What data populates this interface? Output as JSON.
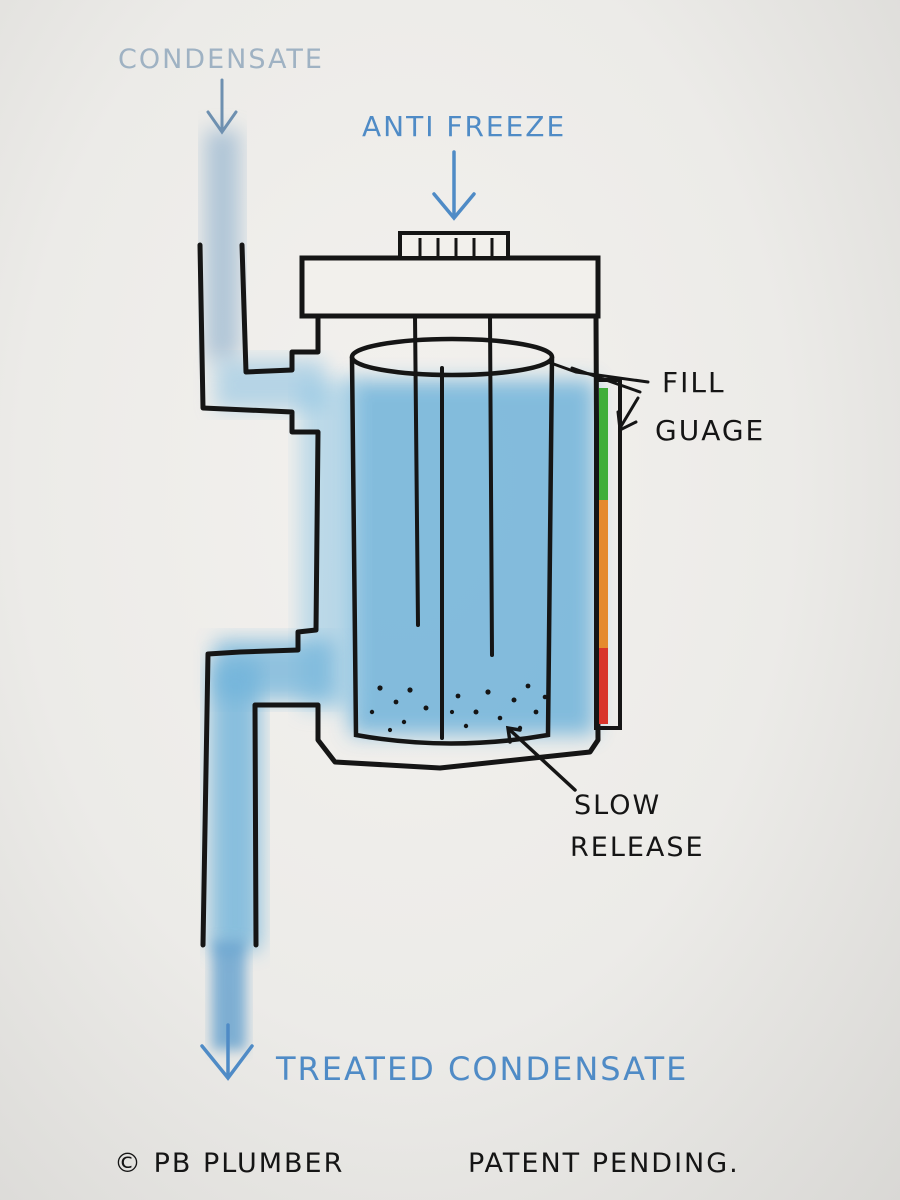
{
  "labels": {
    "condensate": "CONDENSATE",
    "antifreeze": "ANTI FREEZE",
    "fill_gauge_line1": "FILL",
    "fill_gauge_line2": "GUAGE",
    "slow_release_line1": "SLOW",
    "slow_release_line2": "RELEASE",
    "treated_condensate": "TREATED CONDENSATE",
    "copyright": "© PB PLUMBER",
    "patent": "PATENT PENDING."
  },
  "fill_gauge": {
    "bands_top_to_bottom": [
      "green",
      "orange",
      "red"
    ]
  },
  "colors": {
    "ink": "#151515",
    "water_blue": "#6fb3da",
    "label_blue": "#4f8bc6",
    "faint_label": "#9fb2c3",
    "gauge_green": "#3fae3a",
    "gauge_orange": "#e58a2e",
    "gauge_red": "#d9352b",
    "paper": "#efedea"
  }
}
